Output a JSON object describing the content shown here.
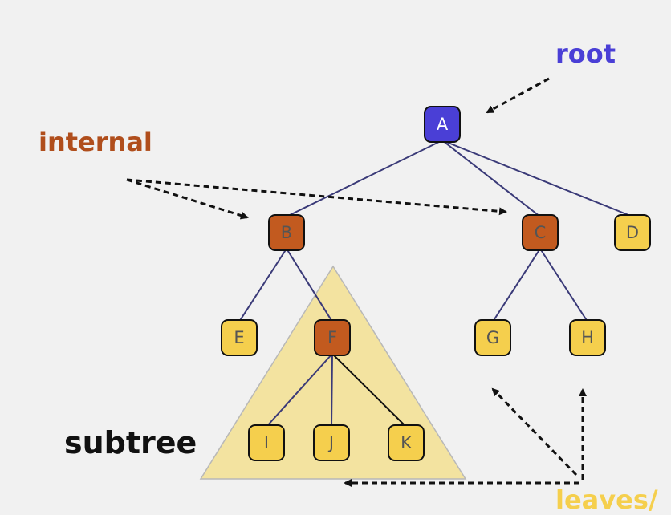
{
  "colors": {
    "background": "#f1f1f1",
    "root": "#4a3fd6",
    "internal": "#c25a1f",
    "leaf": "#f5cf4d",
    "edge": "#3a3a78",
    "subtree_fill": "#f3e3a0",
    "subtree_stroke": "#b8b8b8",
    "label_root": "#4a3fd6",
    "label_internal": "#b04e1c",
    "label_subtree": "#111111",
    "label_leaves": "#f5cf4d"
  },
  "nodes": [
    {
      "id": "A",
      "label": "A",
      "kind": "root"
    },
    {
      "id": "B",
      "label": "B",
      "kind": "internal"
    },
    {
      "id": "C",
      "label": "C",
      "kind": "internal"
    },
    {
      "id": "D",
      "label": "D",
      "kind": "leaf"
    },
    {
      "id": "E",
      "label": "E",
      "kind": "leaf"
    },
    {
      "id": "F",
      "label": "F",
      "kind": "internal"
    },
    {
      "id": "G",
      "label": "G",
      "kind": "leaf"
    },
    {
      "id": "H",
      "label": "H",
      "kind": "leaf"
    },
    {
      "id": "I",
      "label": "I",
      "kind": "leaf"
    },
    {
      "id": "J",
      "label": "J",
      "kind": "leaf"
    },
    {
      "id": "K",
      "label": "K",
      "kind": "leaf"
    }
  ],
  "edges": [
    [
      "A",
      "B"
    ],
    [
      "A",
      "C"
    ],
    [
      "A",
      "D"
    ],
    [
      "B",
      "E"
    ],
    [
      "B",
      "F"
    ],
    [
      "C",
      "G"
    ],
    [
      "C",
      "H"
    ],
    [
      "F",
      "I"
    ],
    [
      "F",
      "J"
    ],
    [
      "F",
      "K"
    ]
  ],
  "annotations": {
    "root": "root",
    "internal": "internal",
    "subtree": "subtree",
    "leaves": "leaves/"
  }
}
